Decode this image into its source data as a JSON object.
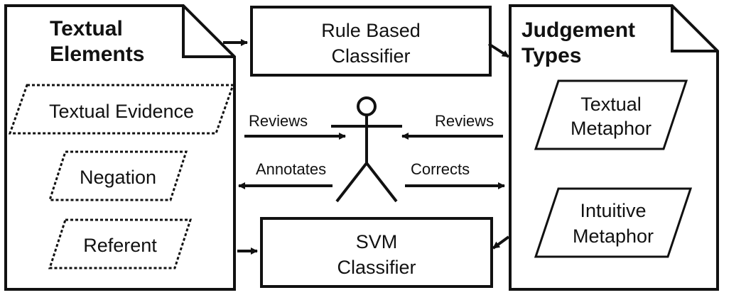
{
  "textual_elements": {
    "title_line1": "Textual",
    "title_line2": "Elements",
    "items": [
      "Textual Evidence",
      "Negation",
      "Referent"
    ]
  },
  "rule_based_classifier": {
    "line1": "Rule Based",
    "line2": "Classifier"
  },
  "svm_classifier": {
    "line1": "SVM",
    "line2": "Classifier"
  },
  "judgement_types": {
    "title_line1": "Judgement",
    "title_line2": "Types",
    "items": [
      {
        "line1": "Textual",
        "line2": "Metaphor"
      },
      {
        "line1": "Intuitive",
        "line2": "Metaphor"
      }
    ]
  },
  "edges": {
    "reviews_left": "Reviews",
    "reviews_right": "Reviews",
    "annotates": "Annotates",
    "corrects": "Corrects"
  },
  "actor": {
    "icon": "human-actor-icon"
  },
  "colors": {
    "stroke": "#111111",
    "background": "#ffffff"
  }
}
